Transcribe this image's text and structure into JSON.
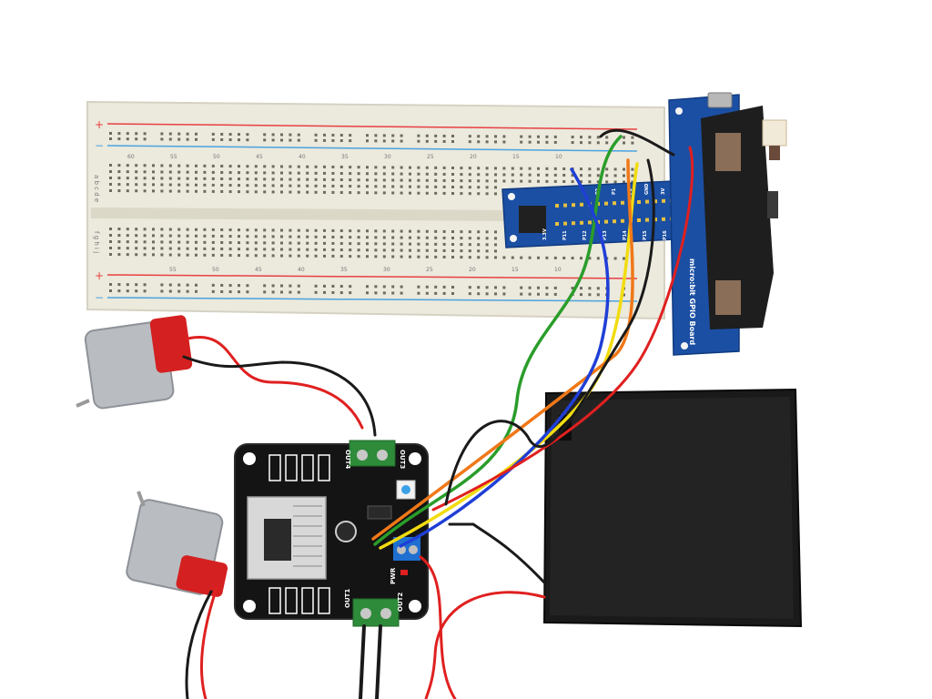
{
  "photo": {
    "background_color": "#ffffff",
    "breadboard": {
      "rail_plus": "+",
      "rail_minus": "−",
      "row_letters_top": "a b c d e",
      "row_letters_bottom": "f g h i j",
      "column_numbers_top": [
        "60",
        "55",
        "50",
        "45",
        "40",
        "35",
        "30",
        "25",
        "20",
        "15",
        "10"
      ],
      "column_numbers_bottom": [
        "55",
        "50",
        "45",
        "40",
        "35",
        "30",
        "25",
        "20",
        "15",
        "10"
      ]
    },
    "gpio_board": {
      "title": "micro:bit GPIO Board",
      "pin_labels_top": [
        "3V",
        "GND",
        "P0",
        "P1",
        "P2"
      ],
      "pin_labels_bottom": [
        "3.3V",
        "P11",
        "P12",
        "P13",
        "P14",
        "P15",
        "P16"
      ],
      "color": "#1b4fa3"
    },
    "driver_board": {
      "labels": {
        "out1": "OUT1",
        "out2": "OUT2",
        "out3": "OUT3",
        "out4": "OUT4",
        "pwr": "PWR"
      },
      "color": "#141414",
      "terminal_color": "#2e8b3a"
    },
    "battery_box": {
      "color": "#1a1a1a"
    },
    "wire_colors": [
      "#e02020",
      "#1a1a1a",
      "#2a9d2a",
      "#f2dc10",
      "#f07818",
      "#1f3fd6"
    ]
  }
}
